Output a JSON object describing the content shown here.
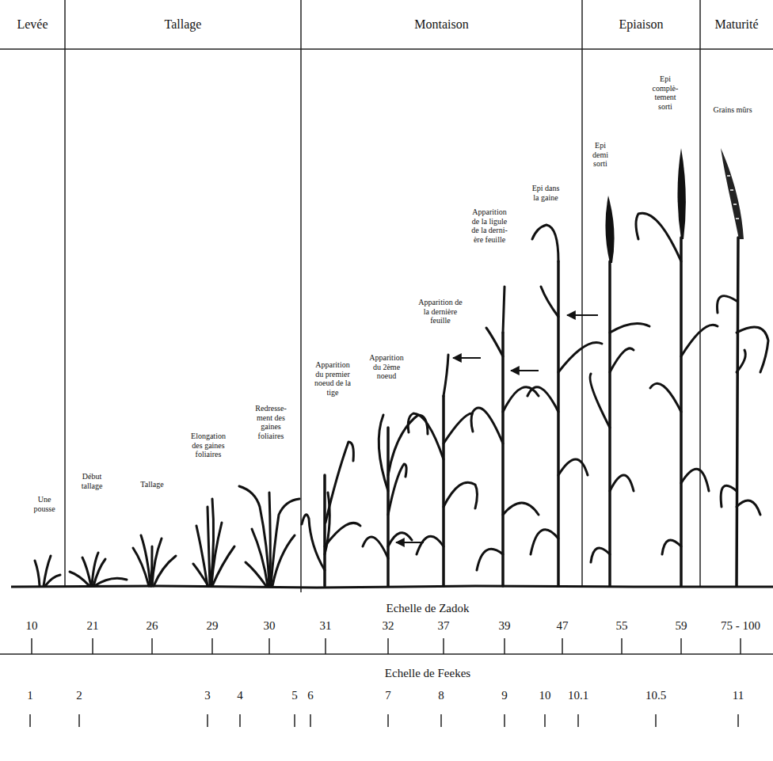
{
  "diagram": {
    "nodes": [
      {
        "text": [
          "Levée"
        ]
      },
      {
        "text": [
          "Tallage"
        ]
      },
      {
        "text": [
          "Montaison"
        ]
      },
      {
        "text": [
          "Epiaison"
        ]
      },
      {
        "text": [
          "Maturité"
        ]
      }
    ],
    "labels": [
      "Une pousse",
      "Début tallage",
      "Tallage",
      "Elongation des gaines foliaires",
      "Redresse- ment des gaines foliaires",
      "Apparition du premier noeud de la tige",
      "Apparition du 2ème noeud",
      "Apparition de la dernière feuille",
      "Apparition de la ligule de la derni- ère feuille",
      "Epi dans la gaine",
      "Epi demi sorti",
      "Epi complè- tement sorti",
      "Grains mûrs",
      "Echelle de Zadok",
      "10",
      "21",
      "26",
      "29",
      "30",
      "31",
      "32",
      "37",
      "39",
      "47",
      "55",
      "59",
      "75 - 100",
      "Echelle de Feekes",
      "1",
      "2",
      "3",
      "4",
      "5",
      "6",
      "7",
      "8",
      "9",
      "10",
      "10.1",
      "10.5",
      "11"
    ]
  }
}
